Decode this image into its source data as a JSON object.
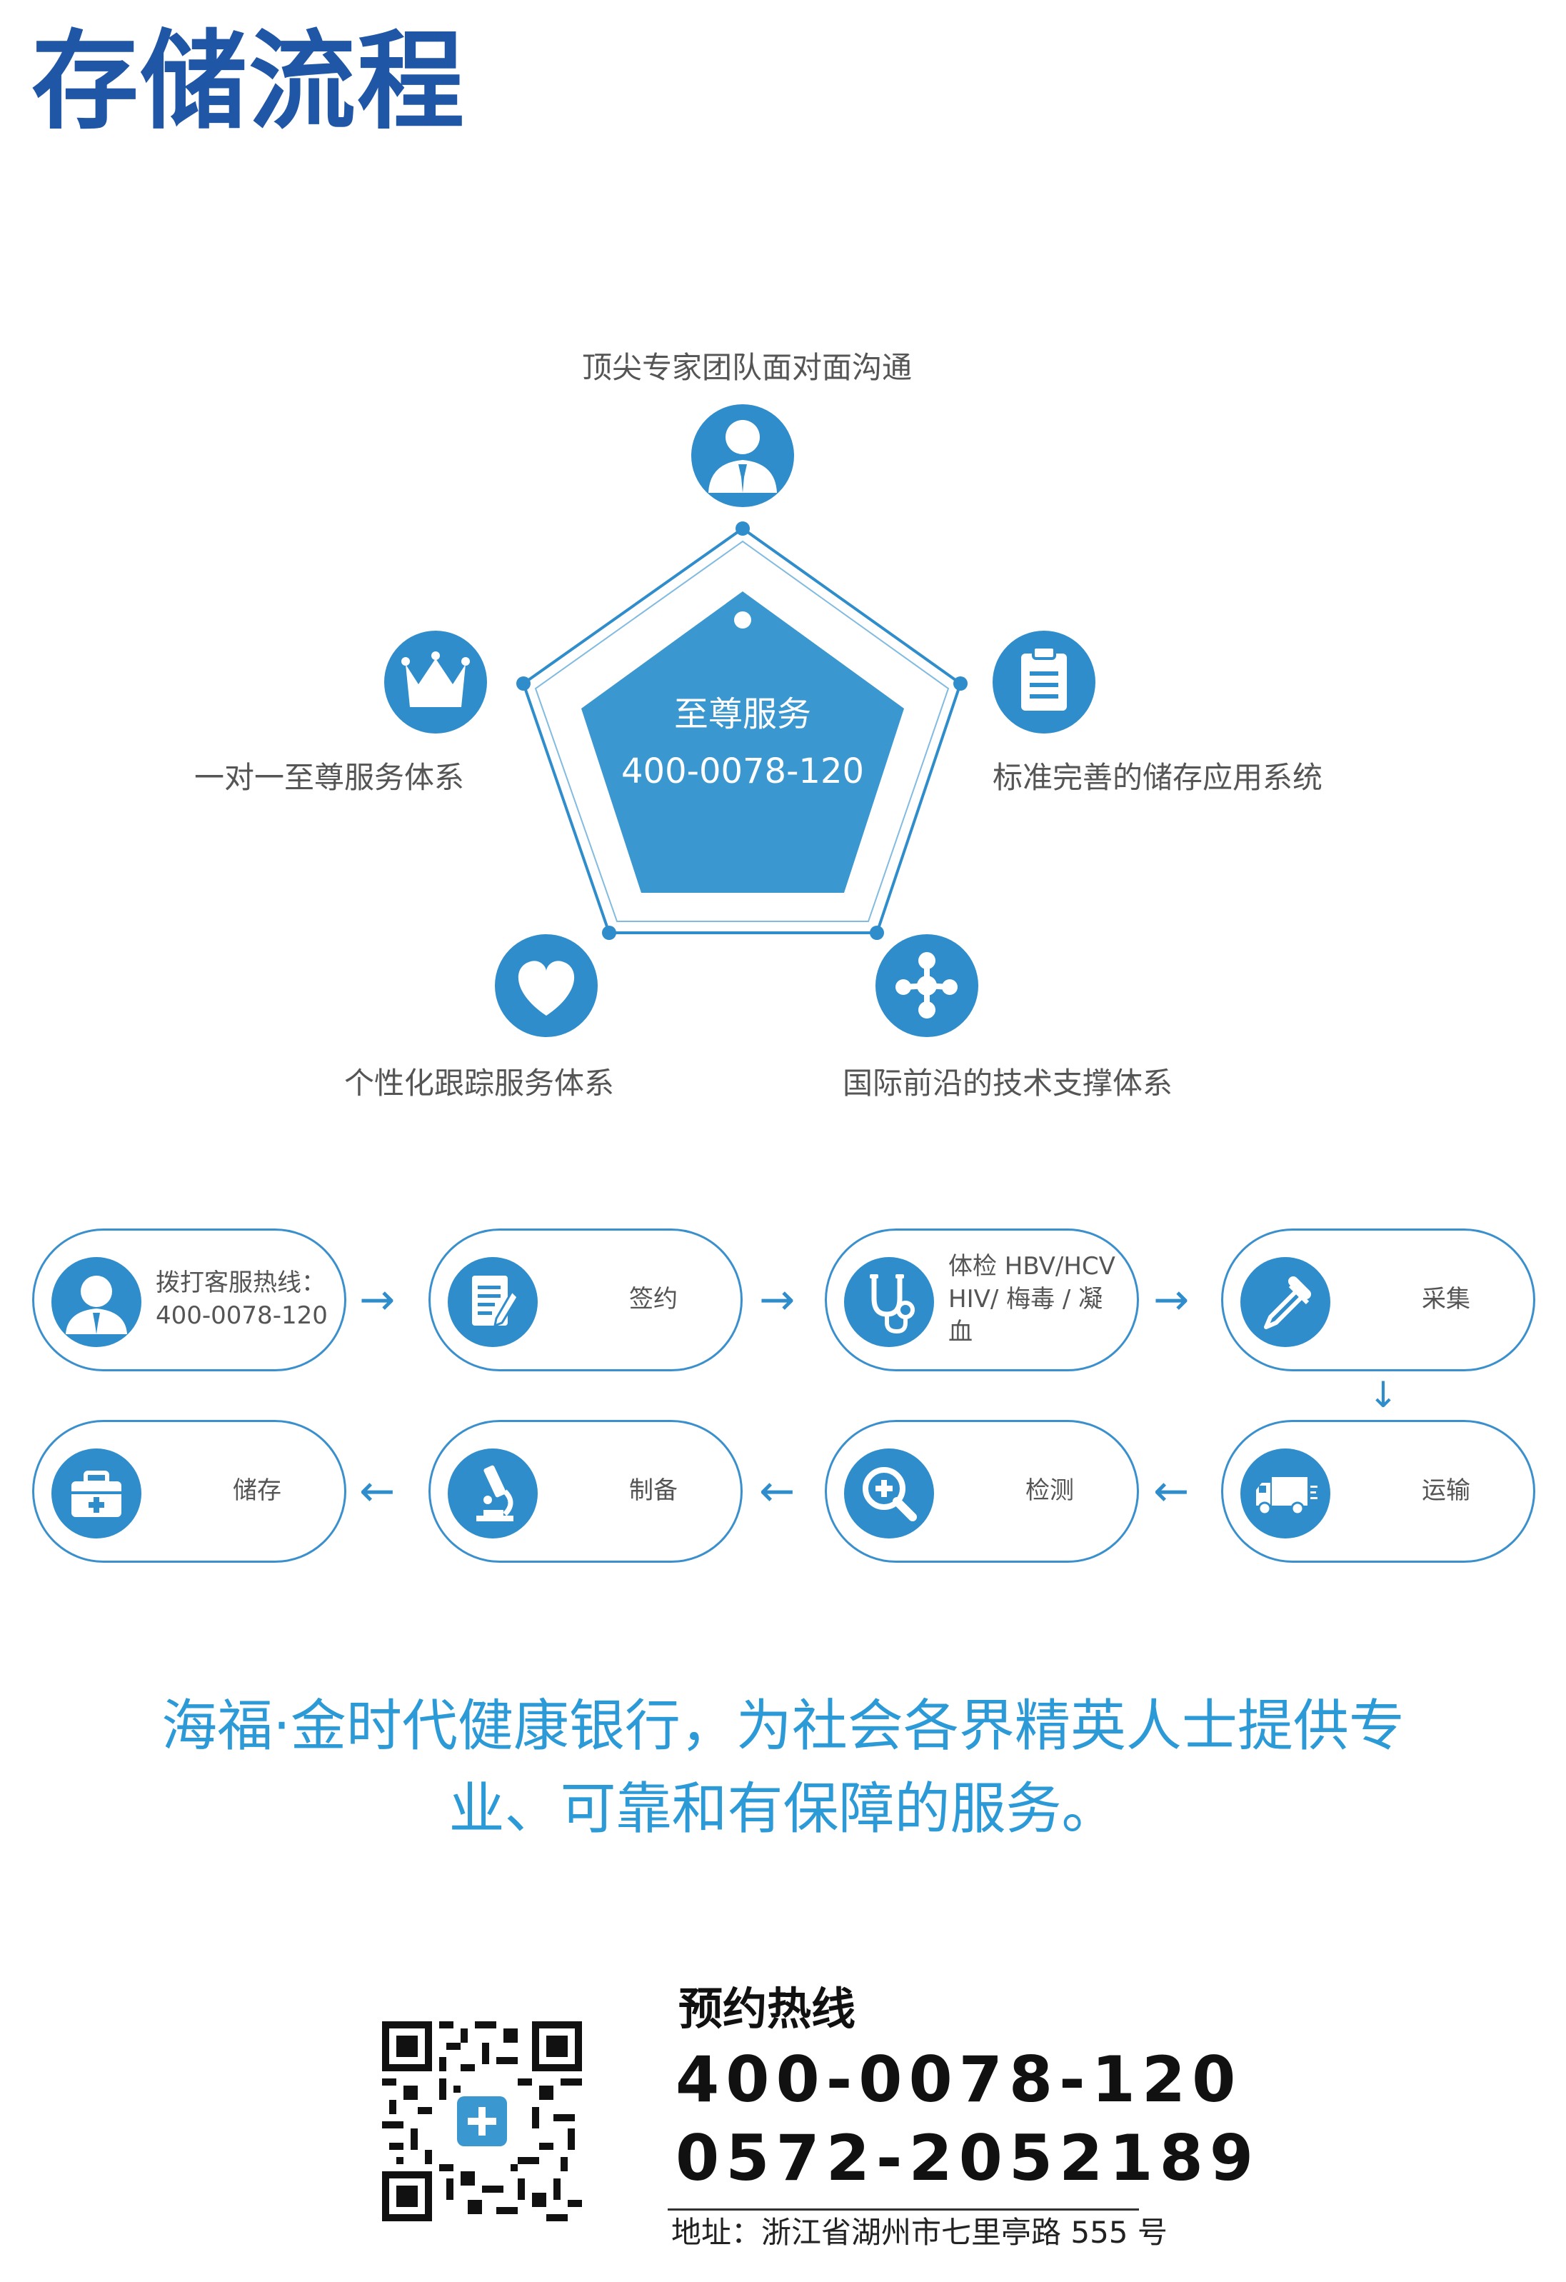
{
  "title": "存储流程",
  "pentagon": {
    "center_title": "至尊服务",
    "center_phone": "400-0078-120",
    "items": [
      {
        "label": "顶尖专家团队面对面沟通",
        "icon": "expert-person-icon"
      },
      {
        "label": "标准完善的储存应用系统",
        "icon": "clipboard-icon"
      },
      {
        "label": "国际前沿的技术支撑体系",
        "icon": "molecule-icon"
      },
      {
        "label": "个性化跟踪服务体系",
        "icon": "heart-icon"
      },
      {
        "label": "一对一至尊服务体系",
        "icon": "crown-icon"
      }
    ]
  },
  "process": {
    "steps": [
      {
        "lines": [
          "拨打客服热线：",
          "400-0078-120"
        ],
        "icon": "customer-service-icon"
      },
      {
        "lines": [
          "签约"
        ],
        "icon": "contract-icon"
      },
      {
        "lines": [
          "体检 HBV/HCV",
          "HIV/ 梅毒 / 凝血"
        ],
        "icon": "stethoscope-icon"
      },
      {
        "lines": [
          "采集"
        ],
        "icon": "dropper-icon"
      },
      {
        "lines": [
          "运输"
        ],
        "icon": "truck-icon"
      },
      {
        "lines": [
          "检测"
        ],
        "icon": "magnifier-icon"
      },
      {
        "lines": [
          "制备"
        ],
        "icon": "microscope-icon"
      },
      {
        "lines": [
          "储存"
        ],
        "icon": "medical-kit-icon"
      }
    ],
    "arrows": {
      "right": "→",
      "down": "↓",
      "left": "←"
    }
  },
  "slogan": {
    "line1": "海福·金时代健康银行，为社会各界精英人士提供专",
    "line2": "业、可靠和有保障的服务。"
  },
  "contact": {
    "hotline_title": "预约热线",
    "phone1": "400-0078-120",
    "phone2": "0572-2052189",
    "address": "地址：浙江省湖州市七里亭路 555 号"
  },
  "colors": {
    "brand_blue": "#1f56a6",
    "accent_blue": "#2f8dcb",
    "slogan_blue": "#2b9ad6"
  }
}
